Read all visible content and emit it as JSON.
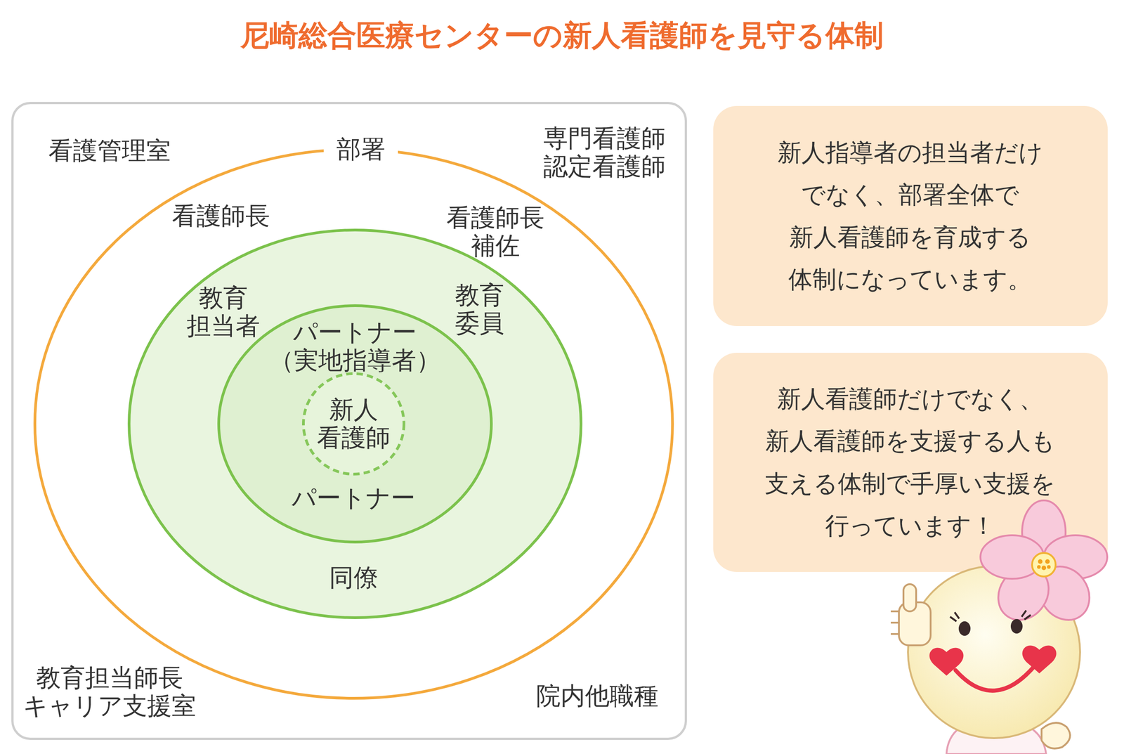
{
  "diagram": {
    "title": "尼崎総合医療センターの新人看護師を見守る体制",
    "nodes": [
      {
        "text": [
          "看護管理室",
          "専門看護師 認定看護師",
          "教育担当師長 キャリア支援室",
          "院内他職種"
        ]
      },
      {
        "text": [
          "部署",
          "看護師長",
          "看護師長 補佐"
        ],
        "in": 0
      },
      {
        "text": [
          "教育 担当者",
          "教育 委員",
          "同僚"
        ],
        "in": 1
      },
      {
        "text": [
          "パートナー （実地指導者）",
          "パートナー"
        ],
        "in": 2
      },
      {
        "text": [
          "新人 看護師"
        ],
        "in": 3
      },
      {
        "text": [
          "新人指導者の担当者だけ でなく、部署全体で 新人看護師を育成する 体制になっています。"
        ]
      },
      {
        "text": [
          "新人看護師だけでなく、 新人看護師を支援する人も 支える体制で手厚い支援を 行っています！"
        ]
      }
    ]
  }
}
